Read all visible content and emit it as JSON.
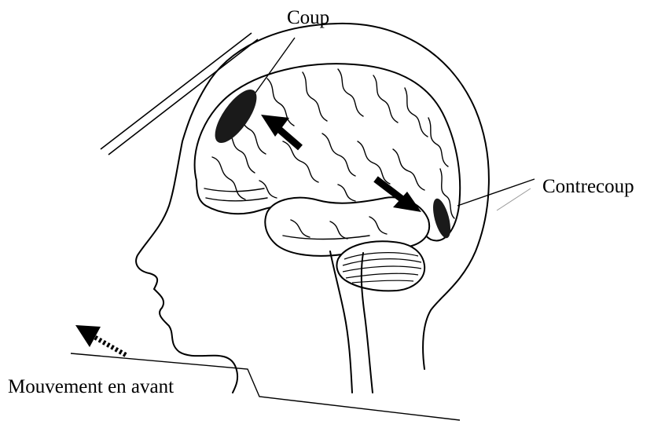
{
  "labels": {
    "coup": "Coup",
    "contrecoup": "Contrecoup",
    "movement": "Mouvement en avant"
  },
  "colors": {
    "ink": "#000000",
    "paper": "#ffffff",
    "bruise": "#1a1a1a"
  }
}
